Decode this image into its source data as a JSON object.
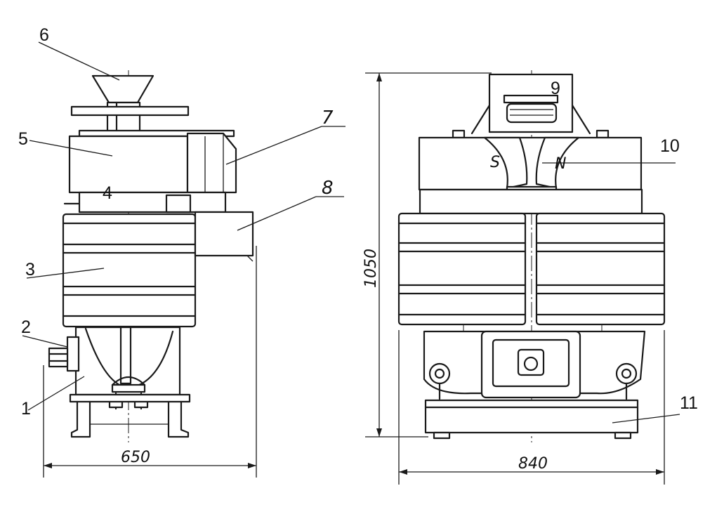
{
  "callouts": [
    "1",
    "2",
    "3",
    "4",
    "5",
    "6",
    "7",
    "8",
    "9",
    "10",
    "11"
  ],
  "dimensions": {
    "left_width": "650",
    "right_width": "840",
    "height": "1050"
  },
  "poles": {
    "south": "S",
    "north": "N"
  },
  "colors": {
    "ink": "#1a1a1a",
    "paper": "#ffffff"
  }
}
